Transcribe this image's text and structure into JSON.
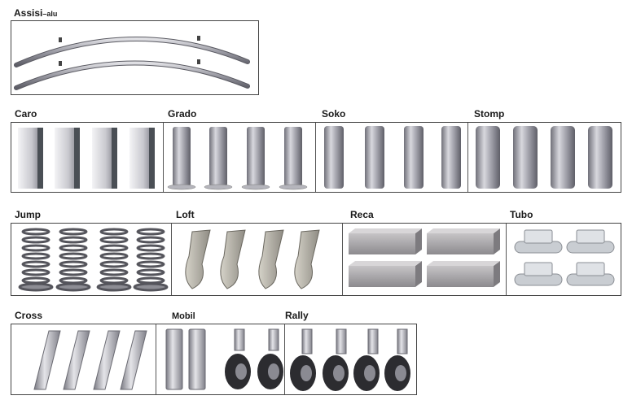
{
  "sections": {
    "assisi": {
      "name": "Assisi",
      "suffix": "–alu"
    },
    "caro": {
      "name": "Caro"
    },
    "grado": {
      "name": "Grado"
    },
    "soko": {
      "name": "Soko"
    },
    "stomp": {
      "name": "Stomp"
    },
    "jump": {
      "name": "Jump"
    },
    "loft": {
      "name": "Loft"
    },
    "reca": {
      "name": "Reca"
    },
    "tubo": {
      "name": "Tubo"
    },
    "cross": {
      "name": "Cross"
    },
    "mobil": {
      "name": "Mobil"
    },
    "rally": {
      "name": "Rally"
    }
  },
  "icons": {
    "assisi": "curved-bow-leg-icon",
    "caro": "square-leg-icon",
    "grado": "round-leg-with-base-icon",
    "soko": "round-leg-icon",
    "stomp": "wide-round-leg-icon",
    "jump": "spring-leg-icon",
    "loft": "bent-strip-leg-icon",
    "reca": "block-leg-icon",
    "tubo": "clip-tube-leg-icon",
    "cross": "slanted-leg-icon",
    "mobil": "caster-wheel-icon",
    "rally": "caster-wheel-icon"
  },
  "colors": {
    "metal_light": "#d8d8dc",
    "metal_mid": "#a3a3ac",
    "metal_dark": "#6e6e78",
    "wheel": "#2c2c30",
    "border": "#444444"
  }
}
